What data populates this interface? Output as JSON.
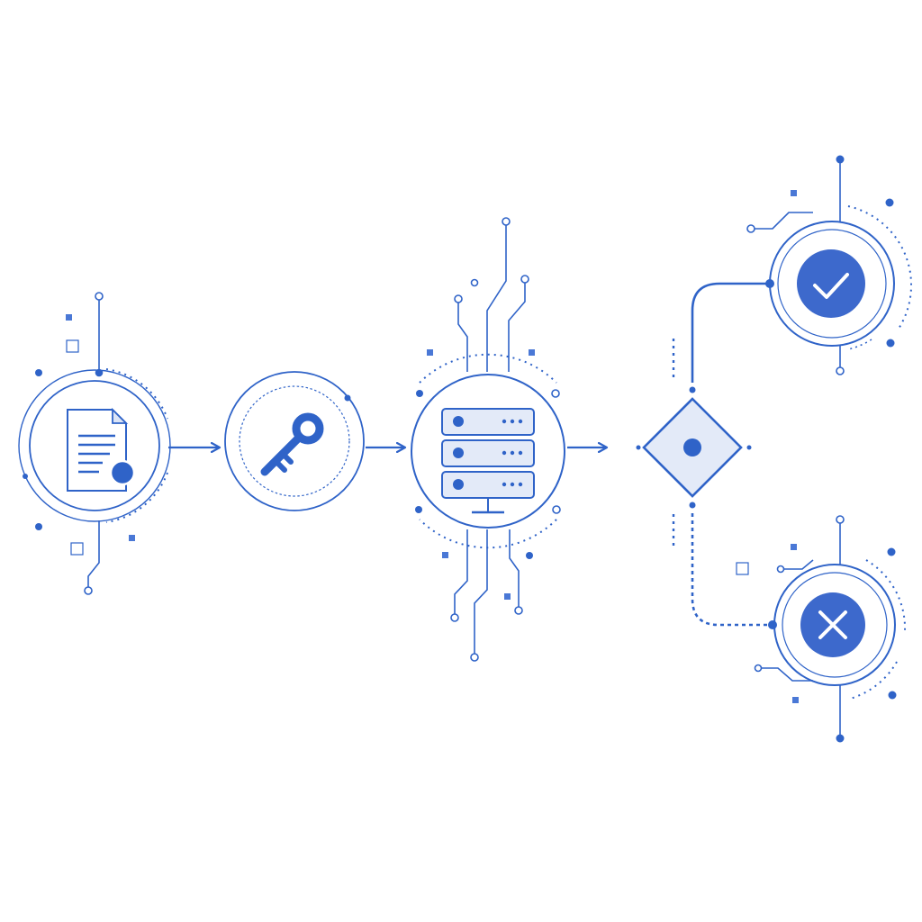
{
  "diagram": {
    "nodes": [
      {
        "id": "document",
        "icon": "document-icon"
      },
      {
        "id": "key",
        "icon": "key-icon"
      },
      {
        "id": "server",
        "icon": "server-icon"
      },
      {
        "id": "decision",
        "icon": "decision-diamond-icon"
      },
      {
        "id": "approved",
        "icon": "checkmark-icon"
      },
      {
        "id": "rejected",
        "icon": "x-mark-icon"
      }
    ],
    "edges": [
      {
        "from": "document",
        "to": "key",
        "style": "solid-arrow"
      },
      {
        "from": "key",
        "to": "server",
        "style": "solid-arrow"
      },
      {
        "from": "server",
        "to": "decision",
        "style": "solid-arrow"
      },
      {
        "from": "decision",
        "to": "approved",
        "style": "solid"
      },
      {
        "from": "decision",
        "to": "rejected",
        "style": "dashed"
      }
    ]
  },
  "colors": {
    "primary": "#2f63c8",
    "accent_fill": "#3d69cc",
    "light_fill": "#e3eaf8",
    "background": "#ffffff"
  }
}
